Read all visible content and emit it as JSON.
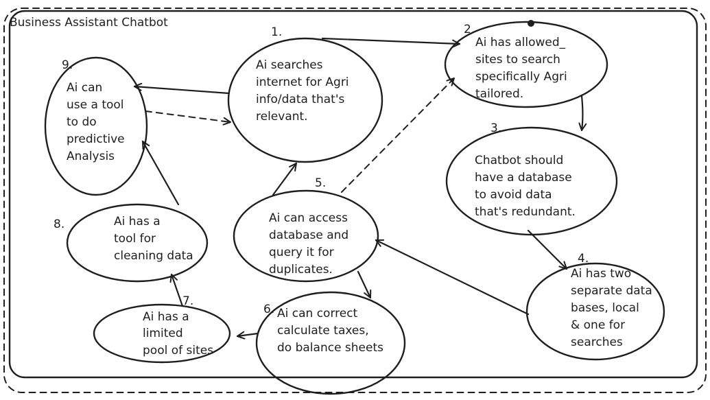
{
  "title": "Business Assistant Chatbot",
  "nodes": [
    {
      "id": "n1",
      "number": "1.",
      "lines": [
        "Ai searches",
        "internet for Agri",
        "info/data that's",
        "relevant."
      ]
    },
    {
      "id": "n2",
      "number": "2.",
      "lines": [
        "Ai has allowed_",
        "sites to search",
        "specifically Agri",
        "tailored."
      ]
    },
    {
      "id": "n3",
      "number": "3.",
      "lines": [
        "Chatbot should",
        "have a database",
        "to avoid  data",
        "that's redundant."
      ]
    },
    {
      "id": "n4",
      "number": "4.",
      "lines": [
        "Ai has two",
        "separate data",
        "bases, local",
        "& one for",
        "searches"
      ]
    },
    {
      "id": "n5",
      "number": "5.",
      "lines": [
        "Ai can access",
        "database and",
        "query it for",
        "duplicates."
      ]
    },
    {
      "id": "n6",
      "number": "6.",
      "lines": [
        "Ai can correct",
        "calculate taxes,",
        "do balance sheets"
      ]
    },
    {
      "id": "n7",
      "number": "7.",
      "lines": [
        "Ai has a",
        "limited",
        "pool of sites"
      ]
    },
    {
      "id": "n8",
      "number": "8.",
      "lines": [
        "Ai has a",
        "tool for",
        "cleaning data"
      ]
    },
    {
      "id": "n9",
      "number": "9.",
      "lines": [
        "Ai can",
        "use a tool",
        "to do",
        "predictive",
        "Analysis"
      ]
    }
  ],
  "edges": [
    {
      "from": "n1",
      "to": "n2",
      "style": "solid"
    },
    {
      "from": "n2",
      "to": "n3",
      "style": "solid"
    },
    {
      "from": "n3",
      "to": "n4",
      "style": "solid"
    },
    {
      "from": "n4",
      "to": "n5",
      "style": "solid"
    },
    {
      "from": "n5",
      "to": "n1",
      "style": "solid"
    },
    {
      "from": "n5",
      "to": "n2",
      "style": "dashed"
    },
    {
      "from": "n5",
      "to": "n6",
      "style": "solid"
    },
    {
      "from": "n6",
      "to": "n7",
      "style": "solid"
    },
    {
      "from": "n7",
      "to": "n8",
      "style": "solid"
    },
    {
      "from": "n8",
      "to": "n9",
      "style": "solid"
    },
    {
      "from": "n1",
      "to": "n9",
      "style": "solid"
    },
    {
      "from": "n9",
      "to": "n1",
      "style": "dashed"
    }
  ]
}
